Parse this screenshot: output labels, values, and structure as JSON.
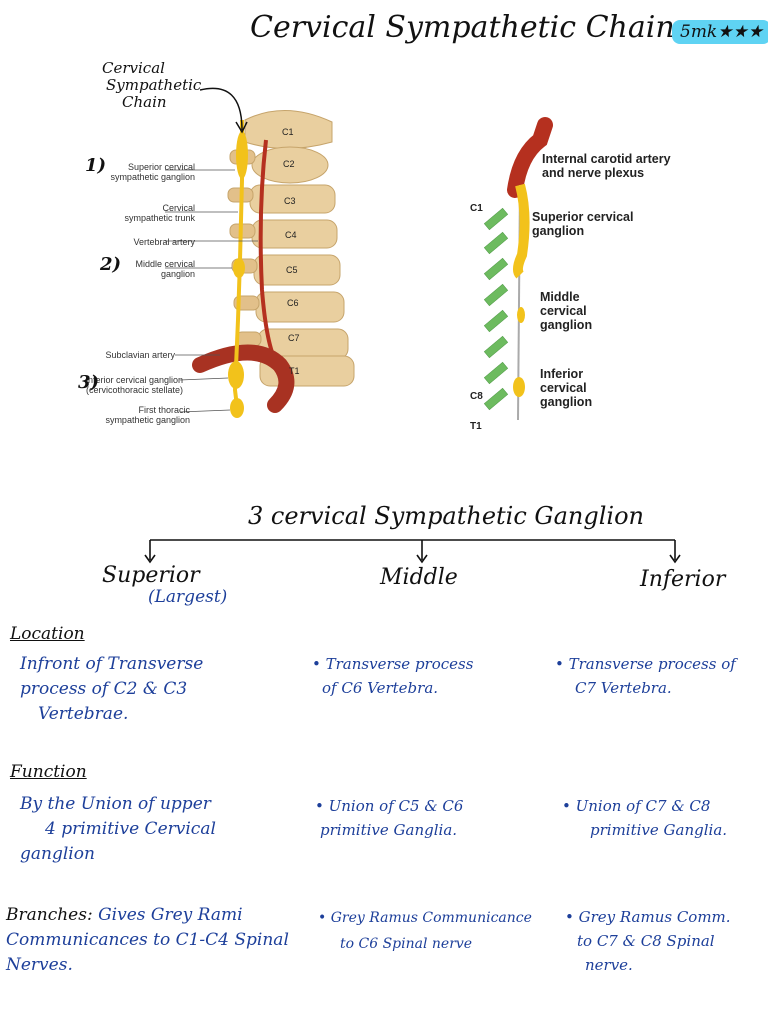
{
  "title": "Cervical Sympathetic Chain",
  "marks": "5mk★★★",
  "diagram1": {
    "handwritten_label": [
      "Cervical",
      "Sympathetic",
      "Chain"
    ],
    "vertebrae": [
      "C1",
      "C2",
      "C3",
      "C4",
      "C5",
      "C6",
      "C7",
      "T1"
    ],
    "labels": {
      "superior": [
        "Superior cervical",
        "sympathetic ganglion"
      ],
      "trunk": [
        "Cervical",
        "sympathetic trunk"
      ],
      "vertebral_artery": "Vertebral artery",
      "middle": [
        "Middle cervical",
        "ganglion"
      ],
      "subclavian": "Subclavian artery",
      "inferior": [
        "Inferior cervical ganglion",
        "(cervicothoracic stellate)"
      ],
      "first_thoracic": [
        "First thoracic",
        "sympathetic ganglion"
      ]
    },
    "numbers": [
      "1)",
      "2)",
      "3)"
    ]
  },
  "diagram2": {
    "carotid": [
      "Internal carotid artery",
      "and nerve plexus"
    ],
    "superior": [
      "Superior cervical",
      "ganglion"
    ],
    "middle": [
      "Middle",
      "cervical",
      "ganglion"
    ],
    "inferior": [
      "Inferior",
      "cervical",
      "ganglion"
    ],
    "c1": "C1",
    "c8": "C8",
    "t1": "T1"
  },
  "tree": {
    "heading": "3 cervical Sympathetic Ganglion",
    "superior": "Superior",
    "superior_note": "(Largest)",
    "middle": "Middle",
    "inferior": "Inferior"
  },
  "rows": {
    "location": {
      "label": "Location",
      "superior": [
        "Infront of Transverse",
        "process of C2 & C3",
        "Vertebrae."
      ],
      "middle": [
        "• Transverse process",
        "of C6 Vertebra."
      ],
      "inferior": [
        "• Transverse process of",
        "C7 Vertebra."
      ]
    },
    "function": {
      "label": "Function",
      "superior": [
        "By the Union of upper",
        "4 primitive Cervical",
        "ganglion"
      ],
      "middle": [
        "• Union of C5 & C6",
        "primitive Ganglia."
      ],
      "inferior": [
        "• Union of C7 & C8",
        "primitive Ganglia."
      ]
    },
    "branches": {
      "label": "Branches:",
      "superior": [
        "Gives Grey Rami",
        "Communicances to C1-C4 Spinal",
        "Nerves."
      ],
      "middle": [
        "• Grey Ramus Communicance",
        "to C6 Spinal nerve"
      ],
      "inferior": [
        "• Grey Ramus Comm.",
        "to C7 & C8 Spinal",
        "nerve."
      ]
    }
  },
  "colors": {
    "ink": "#111111",
    "blue": "#1d3f9a",
    "highlight": "#5fd3f3",
    "bone": "#e9cf9f",
    "nerve": "#f2c21b",
    "artery": "#b5301f",
    "ramus": "#6dbb5f"
  }
}
